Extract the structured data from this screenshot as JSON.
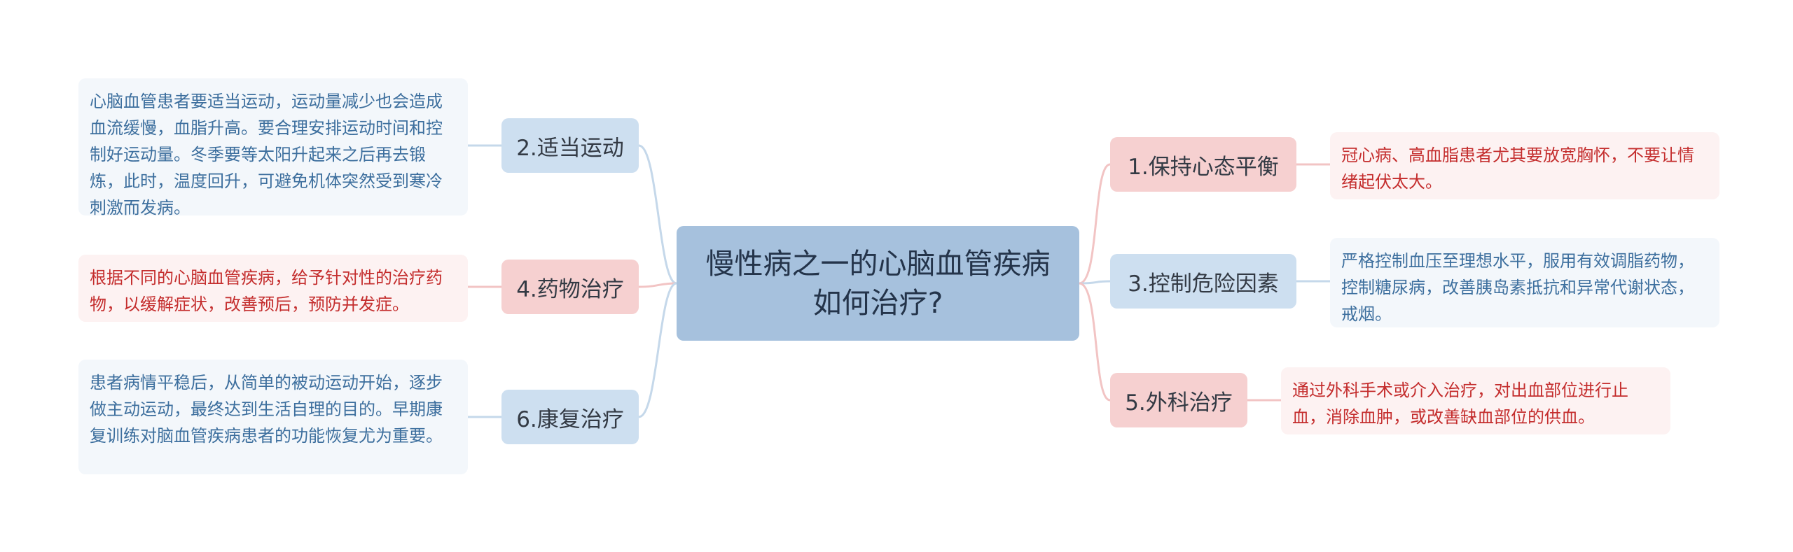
{
  "center": {
    "title": "慢性病之一的心脑血管疾病如何治疗?"
  },
  "branches": [
    {
      "label": "2.适当运动",
      "detail": "心脑血管患者要适当运动，运动量减少也会造成血流缓慢，血脂升高。要合理安排运动时间和控制好运动量。冬季要等太阳升起来之后再去锻炼，此时，温度回升，可避免机体突然受到寒冷刺激而发病。"
    },
    {
      "label": "4.药物治疗",
      "detail": "根据不同的心脑血管疾病，给予针对性的治疗药物，以缓解症状，改善预后，预防并发症。"
    },
    {
      "label": "6.康复治疗",
      "detail": "患者病情平稳后，从简单的被动运动开始，逐步做主动运动，最终达到生活自理的目的。早期康复训练对脑血管疾病患者的功能恢复尤为重要。"
    },
    {
      "label": "1.保持心态平衡",
      "detail": "冠心病、高血脂患者尤其要放宽胸怀，不要让情绪起伏太大。"
    },
    {
      "label": "3.控制危险因素",
      "detail": "严格控制血压至理想水平，服用有效调脂药物，控制糖尿病，改善胰岛素抵抗和异常代谢状态，戒烟。"
    },
    {
      "label": "5.外科治疗",
      "detail": "通过外科手术或介入治疗，对出血部位进行止血，消除血肿，或改善缺血部位的供血。"
    }
  ],
  "colors": {
    "center_fill": "#a6c1dd",
    "blue_branch_fill": "#cddff0",
    "pink_branch_fill": "#f6d0d0",
    "blue_text": "#3d6f9e",
    "red_text": "#c42d2d",
    "blue_line": "#c5d8ea",
    "pink_line": "#f2c4c4"
  }
}
